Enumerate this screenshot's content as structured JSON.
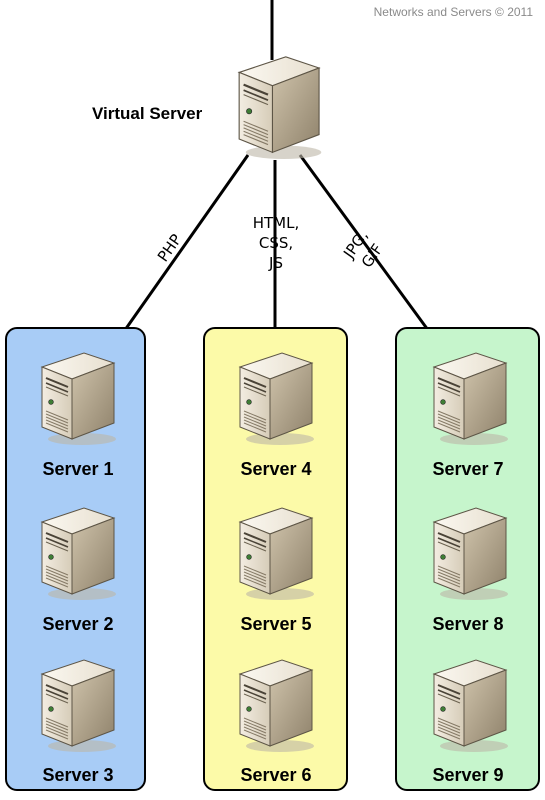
{
  "copyright": "Networks and Servers © 2011",
  "virtual_server": {
    "label": "Virtual Server",
    "icon": "server-tower-icon"
  },
  "connections": [
    {
      "lines": [
        "PHP"
      ]
    },
    {
      "lines": [
        "HTML,",
        "CSS,",
        "JS"
      ]
    },
    {
      "lines": [
        "JPG,",
        "GIF"
      ]
    }
  ],
  "groups": [
    {
      "color": "#a8ccf6",
      "servers": [
        "Server 1",
        "Server 2",
        "Server 3"
      ]
    },
    {
      "color": "#fcfaa8",
      "servers": [
        "Server 4",
        "Server 5",
        "Server 6"
      ]
    },
    {
      "color": "#c6f5cc",
      "servers": [
        "Server 7",
        "Server 8",
        "Server 9"
      ]
    }
  ]
}
